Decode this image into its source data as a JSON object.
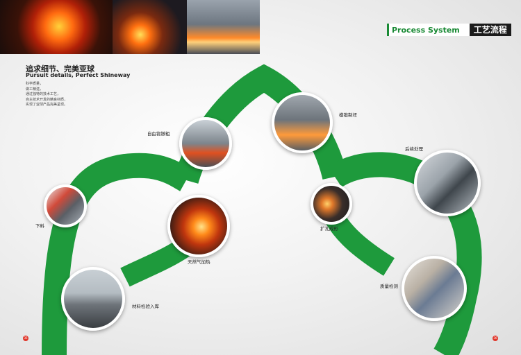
{
  "header": {
    "logo_en": "Process System",
    "logo_cn": "工艺流程"
  },
  "intro": {
    "title_cn": "追求细节、完美亚球",
    "title_en": "Pursuit details, Perfect Shineway",
    "lines": [
      "科学质量，",
      "做工精湛，",
      "通过独特的技术工艺，",
      "自主技术开发的精良材质，",
      "实现了亚球产品完美呈现。"
    ]
  },
  "steps": [
    {
      "label": "材料检验入库"
    },
    {
      "label": "下料"
    },
    {
      "label": "天然气加热"
    },
    {
      "label": "自由锻镦粗"
    },
    {
      "label": "模锻制坯"
    },
    {
      "label": "扩孔成形"
    },
    {
      "label": "后续处理"
    },
    {
      "label": "质量检测"
    }
  ],
  "colors": {
    "accent": "#1e9a3c",
    "page_marker": "#e0362a"
  },
  "pages": {
    "left": "35",
    "right": "36"
  }
}
